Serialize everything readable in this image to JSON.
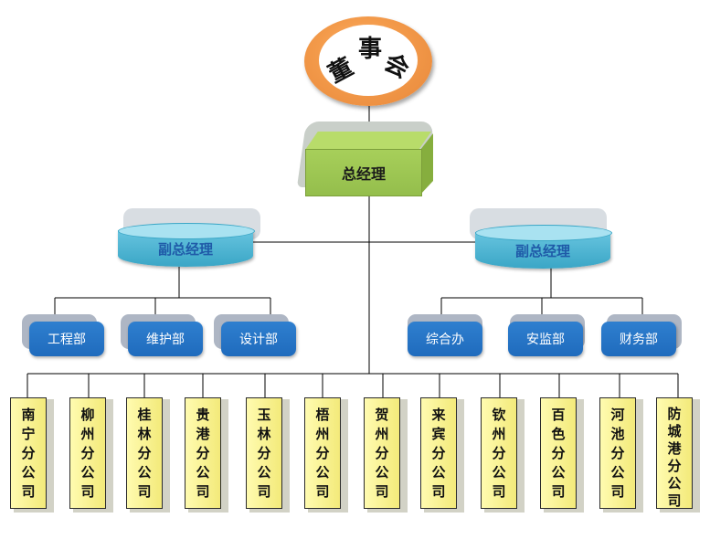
{
  "board": {
    "label": "董事会",
    "chars": [
      "董",
      "事",
      "会"
    ]
  },
  "general_manager": {
    "label": "总经理"
  },
  "vice_managers": [
    {
      "label": "副总经理"
    },
    {
      "label": "副总经理"
    }
  ],
  "departments_left": [
    {
      "label": "工程部"
    },
    {
      "label": "维护部"
    },
    {
      "label": "设计部"
    }
  ],
  "departments_right": [
    {
      "label": "综合办"
    },
    {
      "label": "安监部"
    },
    {
      "label": "财务部"
    }
  ],
  "branches": [
    {
      "label": "南宁分公司"
    },
    {
      "label": "柳州分公司"
    },
    {
      "label": "桂林分公司"
    },
    {
      "label": "贵港分公司"
    },
    {
      "label": "玉林分公司"
    },
    {
      "label": "梧州分公司"
    },
    {
      "label": "贺州分公司"
    },
    {
      "label": "来宾分公司"
    },
    {
      "label": "钦州分公司"
    },
    {
      "label": "百色分公司"
    },
    {
      "label": "河池分公司"
    },
    {
      "label": "防城港分公司"
    }
  ],
  "colors": {
    "board_ring": "#f39a4a",
    "gm_box": "#9fc654",
    "vp_cylinder": "#4ab3d3",
    "vp_text": "#1f5aa8",
    "department": "#2575c6",
    "branch": "#f7f08e",
    "connector": "#000000"
  }
}
